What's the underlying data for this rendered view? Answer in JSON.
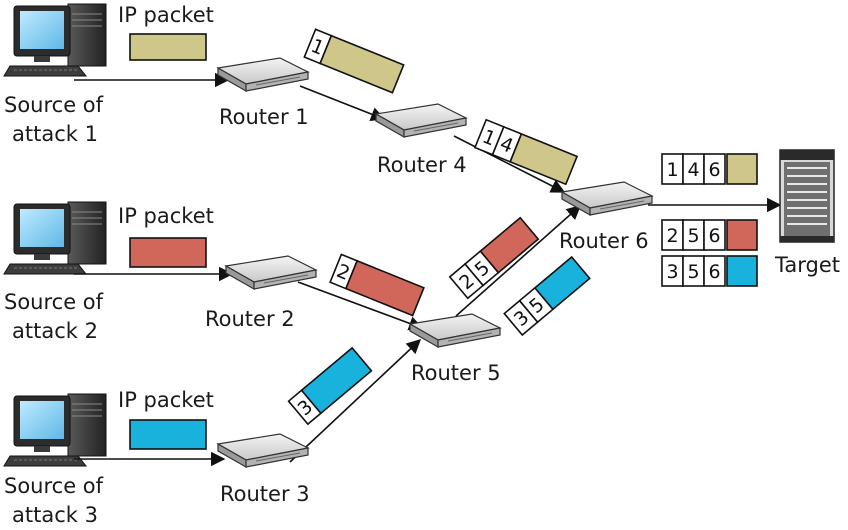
{
  "colors": {
    "packet_1": "#cfc68a",
    "packet_2": "#d0675a",
    "packet_3": "#19b2dc"
  },
  "sources": [
    {
      "line1": "Source of",
      "line2": "attack 1",
      "packet_label": "IP packet"
    },
    {
      "line1": "Source of",
      "line2": "attack 2",
      "packet_label": "IP packet"
    },
    {
      "line1": "Source of",
      "line2": "attack 3",
      "packet_label": "IP packet"
    }
  ],
  "routers": [
    {
      "label": "Router 1"
    },
    {
      "label": "Router 2"
    },
    {
      "label": "Router 3"
    },
    {
      "label": "Router 4"
    },
    {
      "label": "Router 5"
    },
    {
      "label": "Router 6"
    }
  ],
  "packets": [
    {
      "marks": [
        "1"
      ]
    },
    {
      "marks": [
        "1",
        "4"
      ]
    },
    {
      "marks": [
        "2"
      ]
    },
    {
      "marks": [
        "2",
        "5"
      ]
    },
    {
      "marks": [
        "3"
      ]
    },
    {
      "marks": [
        "3",
        "5"
      ]
    }
  ],
  "target": {
    "label": "Target",
    "received": [
      {
        "marks": [
          "1",
          "4",
          "6"
        ]
      },
      {
        "marks": [
          "2",
          "5",
          "6"
        ]
      },
      {
        "marks": [
          "3",
          "5",
          "6"
        ]
      }
    ]
  }
}
